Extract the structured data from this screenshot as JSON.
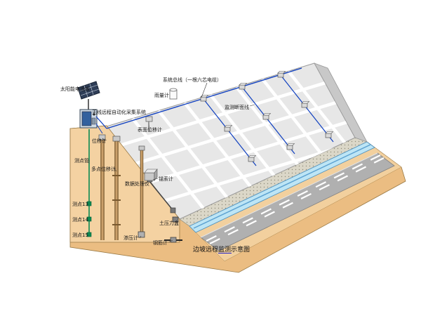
{
  "caption": {
    "text": "边坡远程监测示意图"
  },
  "labels": {
    "solar_panel": "太阳能电池板",
    "system_bus": "系统总线（一根六芯电缆）",
    "rain_gauge": "雨量计",
    "monitoring_section_line": "监测断面线",
    "wireless_acquisition_system": "无线远程自动化采集系统",
    "surface_displacement_meter": "表面位移计",
    "displacement_meter": "位移计",
    "measuring_point_tube": "测点管",
    "multipoint_displacement_meter": "多点位移计",
    "data_processor": "数据处理仪",
    "anchor_cable_meter": "锚索计",
    "point_13": "测点13",
    "point_14": "测点14",
    "point_15": "测点15",
    "seepage_meter": "渗压计",
    "earth_pressure_cell": "土压力盒",
    "rebar_meter": "钢筋计"
  },
  "colors": {
    "slope_surface": "#e7e7e7",
    "grid_line": "#ffffff",
    "soil_front": "#ebbd82",
    "soil_section": "#f4d2a2",
    "terrace_top": "#f2d09e",
    "road": "#b0b0b0",
    "water_channel": "#bde5f5",
    "masonry": "#dbd7c8",
    "cable_blue": "#1040c0",
    "cable_green": "#0a8a52",
    "solar_panel_dark": "#2e3d57",
    "label_text": "#1b1b1b"
  }
}
